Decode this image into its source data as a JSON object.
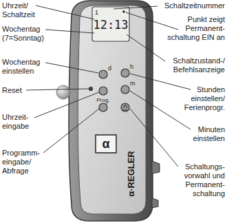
{
  "diagram": {
    "labels": [
      "Uhrzeit/ Schaltzeit",
      "Wochentag (7=Sonntag)",
      "Wochentag einstellen",
      "Reset",
      "Uhrzeit- eingabe",
      "Programm- eingabe/ Abfrage",
      "Schaltzeitnummer",
      "Punkt zeigt Permanent- schaltung EIN an",
      "Schaltzustand-/ Befehlsanzeige",
      "Stunden einstellen/ Ferienprogr.",
      "Minuten einstellen",
      "Schaltungs- vorwahl und Permanent- schaltung",
      "1",
      "12:13",
      "d",
      "h",
      "Prog.",
      "m",
      "α",
      "α·REGLER"
    ]
  }
}
